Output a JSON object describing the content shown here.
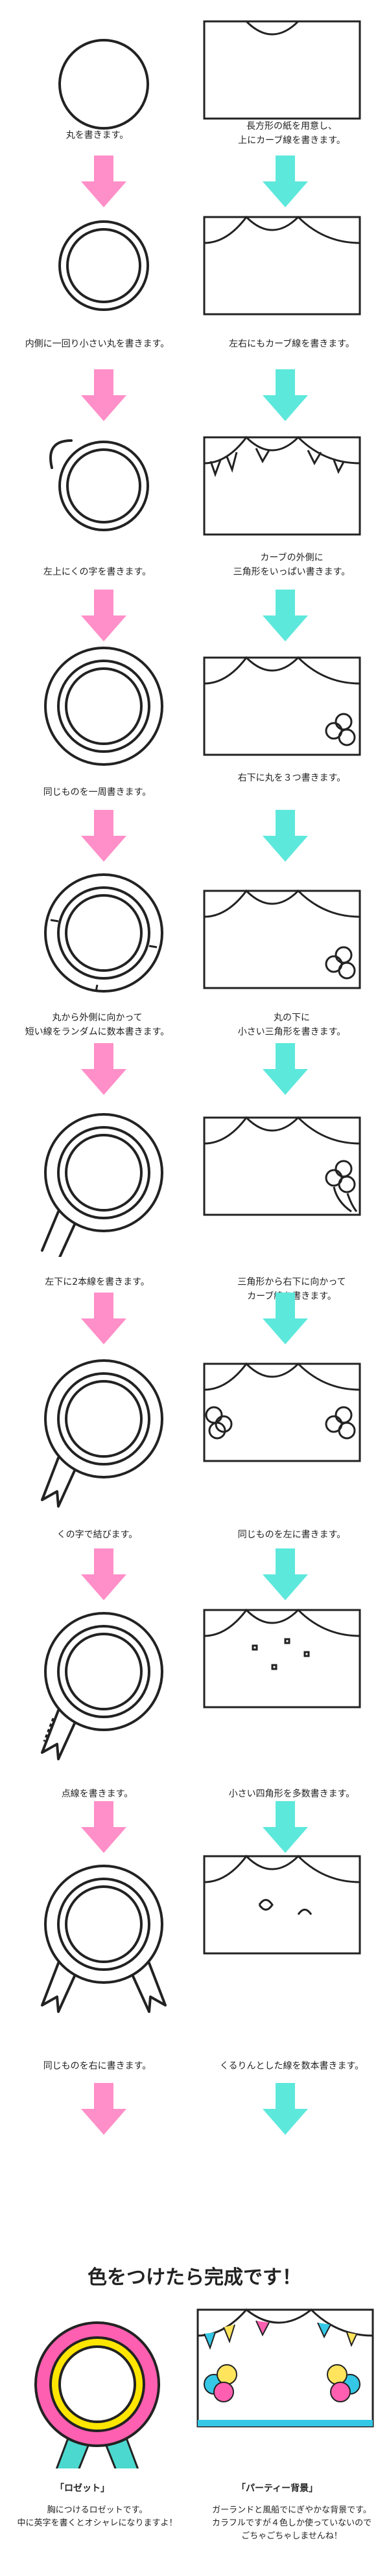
{
  "left_steps": [
    "丸を書きます。",
    "内側に一回り小さい丸を書きます。",
    "左上にくの字を書きます。",
    "同じものを一周書きます。",
    "丸から外側に向かって\n短い線をランダムに数本書きます。",
    "左下に2本線を書きます。",
    "くの字で結びます。",
    "点線を書きます。",
    "同じものを右に書きます。"
  ],
  "right_steps": [
    "長方形の紙を用意し、\n上にカーブ線を書きます。",
    "左右にもカーブ線を書きます。",
    "カーブの外側に\n三角形をいっぱい書きます。",
    "右下に丸を３つ書きます。",
    "丸の下に\n小さい三角形を書きます。",
    "三角形から右下に向かって\nカーブ線を書きます。",
    "同じものを左に書きます。",
    "小さい四角形を多数書きます。",
    "くるりんとした線を数本書きます。"
  ],
  "finale": {
    "headline": "色をつけたら完成です！",
    "left_tag": "「ロゼット」",
    "left_desc": "胸につけるロゼットです。\n中に英字を書くとオシャレになりますよ！",
    "right_tag": "「パーティー背景」",
    "right_desc": "ガーランドと風船でにぎやかな背景です。\nカラフルですが４色しか使っていないので\nごちゃごちゃしませんね！"
  },
  "colors": {
    "left_arrow": "#ff8fc8",
    "right_arrow": "#5de8dc",
    "rosette_pink": "#ff5fb0",
    "rosette_yellow": "#ffe600",
    "ribbon_teal": "#4bd9cf",
    "party_blue": "#35c7e6",
    "party_yellow": "#ffe45c"
  }
}
